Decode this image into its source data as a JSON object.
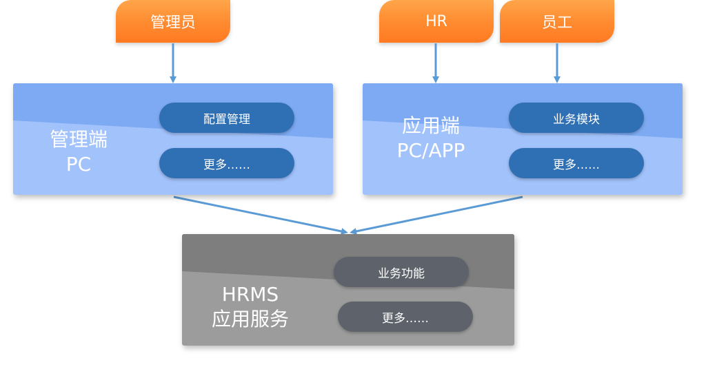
{
  "roles": {
    "admin": "管理员",
    "hr": "HR",
    "employee": "员工"
  },
  "admin_panel": {
    "title_line1": "管理端",
    "title_line2": "PC",
    "buttons": [
      "配置管理",
      "更多……"
    ]
  },
  "app_panel": {
    "title_line1": "应用端",
    "title_line2": "PC/APP",
    "buttons": [
      "业务模块",
      "更多……"
    ]
  },
  "service_panel": {
    "title_line1": "HRMS",
    "title_line2": "应用服务",
    "buttons": [
      "业务功能",
      "更多……"
    ]
  },
  "colors": {
    "role_orange": "#ff8a2f",
    "panel_blue": "#8ab4f8",
    "button_blue": "#2f6fb4",
    "panel_gray": "#8a8a8a",
    "button_gray": "#5e636b",
    "arrow_blue": "#5b9bd5"
  }
}
